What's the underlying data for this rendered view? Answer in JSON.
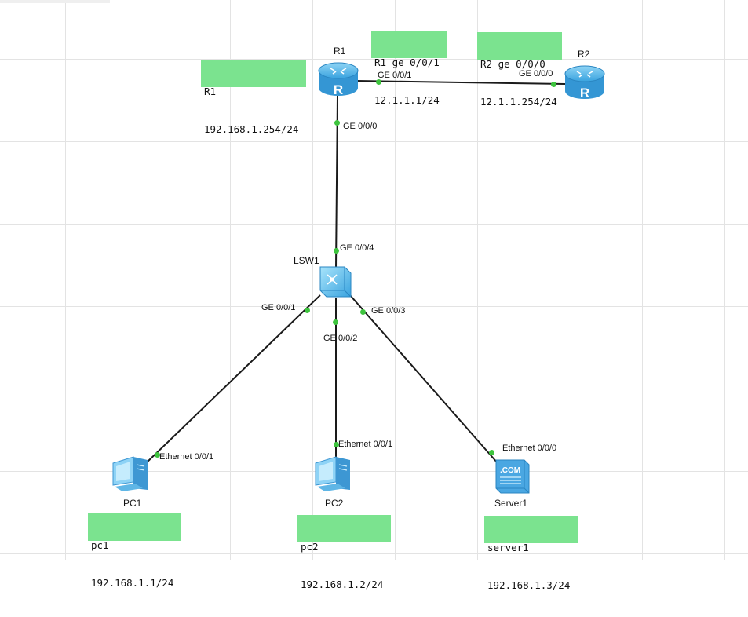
{
  "devices": {
    "r1": "R1",
    "r2": "R2",
    "lsw1": "LSW1",
    "pc1": "PC1",
    "pc2": "PC2",
    "server1": "Server1"
  },
  "notes": {
    "r1_lan": [
      "R1",
      "192.168.1.254/24"
    ],
    "r1_wan": [
      "R1 ge 0/0/1",
      "12.1.1.1/24"
    ],
    "r2_wan": [
      "R2 ge 0/0/0",
      "12.1.1.254/24"
    ],
    "pc1": [
      "pc1",
      "192.168.1.1/24"
    ],
    "pc2": [
      "pc2",
      "192.168.1.2/24"
    ],
    "server1": [
      "server1",
      "192.168.1.3/24"
    ]
  },
  "ports": {
    "r1_ge001": "GE 0/0/1",
    "r2_ge000": "GE 0/0/0",
    "r1_ge000": "GE 0/0/0",
    "lsw_ge004": "GE 0/0/4",
    "lsw_ge001": "GE 0/0/1",
    "lsw_ge002": "GE 0/0/2",
    "lsw_ge003": "GE 0/0/3",
    "pc1_eth": "Ethernet 0/0/1",
    "pc2_eth": "Ethernet 0/0/1",
    "server1_eth": "Ethernet 0/0/0"
  },
  "server_badge": ".COM",
  "links": [
    {
      "from": "R1",
      "to": "R2"
    },
    {
      "from": "R1",
      "to": "LSW1"
    },
    {
      "from": "LSW1",
      "to": "PC1"
    },
    {
      "from": "LSW1",
      "to": "PC2"
    },
    {
      "from": "LSW1",
      "to": "Server1"
    }
  ],
  "colors": {
    "note_bg": "#7be38f",
    "port_dot": "#3ec43e",
    "router": "#4fb3e8",
    "link": "#1a1a1a"
  }
}
